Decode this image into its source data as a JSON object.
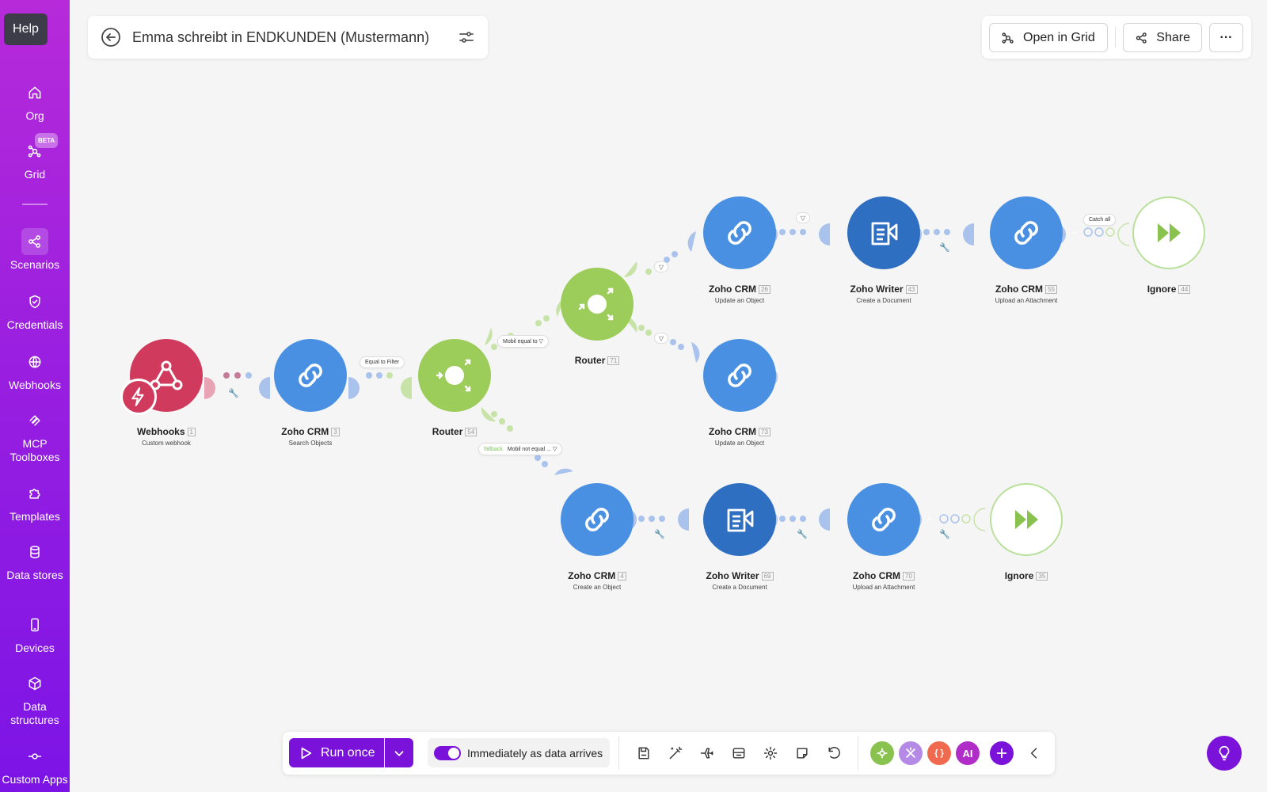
{
  "help": "Help",
  "sidebar": {
    "items": [
      {
        "label": "Org",
        "icon": "home-icon"
      },
      {
        "label": "Grid",
        "icon": "grid-icon",
        "badge": "BETA"
      },
      {
        "label": "Scenarios",
        "icon": "share-icon"
      },
      {
        "label": "Credentials",
        "icon": "shield-icon"
      },
      {
        "label": "Webhooks",
        "icon": "globe-icon"
      },
      {
        "label": "MCP Toolboxes",
        "icon": "mcp-icon"
      },
      {
        "label": "Templates",
        "icon": "puzzle-icon"
      },
      {
        "label": "Data stores",
        "icon": "database-icon"
      },
      {
        "label": "Devices",
        "icon": "phone-icon"
      },
      {
        "label": "Data structures",
        "icon": "cube-icon"
      },
      {
        "label": "Custom Apps",
        "icon": "commit-icon"
      }
    ]
  },
  "header": {
    "title": "Emma schreibt in ENDKUNDEN (Mustermann)",
    "open_in_grid": "Open in Grid",
    "share": "Share",
    "more": "···"
  },
  "modules": [
    {
      "name": "Webhooks",
      "num": "1",
      "sub": "Custom webhook"
    },
    {
      "name": "Zoho CRM",
      "num": "3",
      "sub": "Search Objects"
    },
    {
      "name": "Router",
      "num": "54",
      "sub": ""
    },
    {
      "name": "Router",
      "num": "71",
      "sub": ""
    },
    {
      "name": "Zoho CRM",
      "num": "26",
      "sub": "Update an Object"
    },
    {
      "name": "Zoho Writer",
      "num": "43",
      "sub": "Create a Document"
    },
    {
      "name": "Zoho CRM",
      "num": "55",
      "sub": "Upload an Attachment"
    },
    {
      "name": "Ignore",
      "num": "44",
      "sub": ""
    },
    {
      "name": "Zoho CRM",
      "num": "73",
      "sub": "Update an Object"
    },
    {
      "name": "Zoho CRM",
      "num": "4",
      "sub": "Create an Object"
    },
    {
      "name": "Zoho Writer",
      "num": "69",
      "sub": "Create a Document"
    },
    {
      "name": "Zoho CRM",
      "num": "70",
      "sub": "Upload an Attachment"
    },
    {
      "name": "Ignore",
      "num": "35",
      "sub": ""
    }
  ],
  "filters": {
    "equal_to_filter": "Equal to Filter",
    "mobil_equal": "Mobil equal to",
    "fallback": "fallback",
    "mobil_not_equal": "Mobil not equal ...",
    "catch_all": "Catch all"
  },
  "toolbar": {
    "run_once": "Run once",
    "schedule": "Immediately as data arrives",
    "ai": "AI",
    "brackets": "{ }"
  },
  "colors": {
    "sidebar_top": "#b62ad9",
    "sidebar_bottom": "#7c14e6",
    "accent": "#7b12d9",
    "zoho_blue": "#4a90e2",
    "writer_blue": "#2f6fc2",
    "router_green": "#9ccc5a",
    "webhook_red": "#cf3a5d"
  }
}
